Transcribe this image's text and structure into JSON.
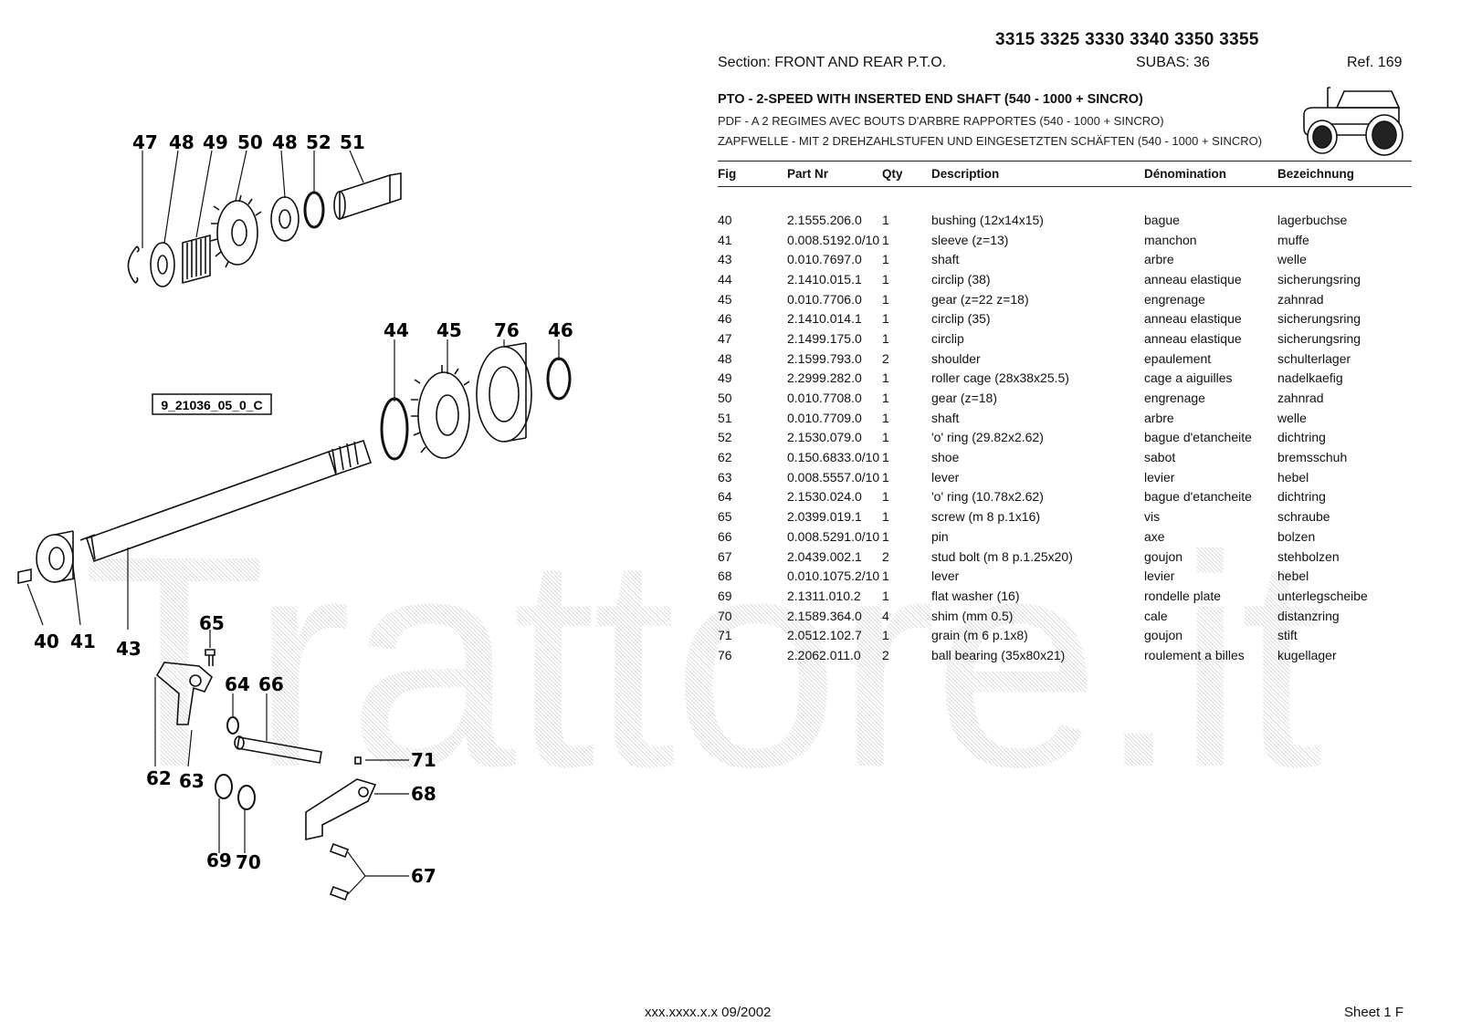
{
  "header": {
    "models": "3315 3325 3330 3340 3350 3355",
    "section": "Section: FRONT  AND  REAR  P.T.O.",
    "subas": "SUBAS: 36",
    "ref": "Ref. 169"
  },
  "titles": {
    "en": "PTO - 2-SPEED WITH INSERTED END SHAFT (540 - 1000 + SINCRO)",
    "fr": "PDF - A 2 REGIMES AVEC BOUTS D'ARBRE RAPPORTES (540 - 1000 + SINCRO)",
    "de": "ZAPFWELLE - MIT 2 DREHZAHLSTUFEN UND EINGESETZTEN SCHÄFTEN (540 - 1000 + SINCRO)"
  },
  "table": {
    "columns": [
      "Fig",
      "Part Nr",
      "Qty",
      "Description",
      "Dénomination",
      "Bezeichnung"
    ],
    "rows": [
      [
        "40",
        "2.1555.206.0",
        "1",
        "bushing (12x14x15)",
        "bague",
        "lagerbuchse"
      ],
      [
        "41",
        "0.008.5192.0/10",
        "1",
        "sleeve (z=13)",
        "manchon",
        "muffe"
      ],
      [
        "43",
        "0.010.7697.0",
        "1",
        "shaft",
        "arbre",
        "welle"
      ],
      [
        "44",
        "2.1410.015.1",
        "1",
        "circlip (38)",
        "anneau elastique",
        "sicherungsring"
      ],
      [
        "45",
        "0.010.7706.0",
        "1",
        "gear (z=22 z=18)",
        "engrenage",
        "zahnrad"
      ],
      [
        "46",
        "2.1410.014.1",
        "1",
        "circlip (35)",
        "anneau elastique",
        "sicherungsring"
      ],
      [
        "47",
        "2.1499.175.0",
        "1",
        "circlip",
        "anneau elastique",
        "sicherungsring"
      ],
      [
        "48",
        "2.1599.793.0",
        "2",
        "shoulder",
        "epaulement",
        "schulterlager"
      ],
      [
        "49",
        "2.2999.282.0",
        "1",
        "roller cage (28x38x25.5)",
        "cage a aiguilles",
        "nadelkaefig"
      ],
      [
        "50",
        "0.010.7708.0",
        "1",
        "gear (z=18)",
        "engrenage",
        "zahnrad"
      ],
      [
        "51",
        "0.010.7709.0",
        "1",
        "shaft",
        "arbre",
        "welle"
      ],
      [
        "52",
        "2.1530.079.0",
        "1",
        "'o' ring (29.82x2.62)",
        "bague d'etancheite",
        "dichtring"
      ],
      [
        "62",
        "0.150.6833.0/10",
        "1",
        "shoe",
        "sabot",
        "bremsschuh"
      ],
      [
        "63",
        "0.008.5557.0/10",
        "1",
        "lever",
        "levier",
        "hebel"
      ],
      [
        "64",
        "2.1530.024.0",
        "1",
        "'o' ring (10.78x2.62)",
        "bague d'etancheite",
        "dichtring"
      ],
      [
        "65",
        "2.0399.019.1",
        "1",
        "screw (m 8 p.1x16)",
        "vis",
        "schraube"
      ],
      [
        "66",
        "0.008.5291.0/10",
        "1",
        "pin",
        "axe",
        "bolzen"
      ],
      [
        "67",
        "2.0439.002.1",
        "2",
        "stud bolt (m 8 p.1.25x20)",
        "goujon",
        "stehbolzen"
      ],
      [
        "68",
        "0.010.1075.2/10",
        "1",
        "lever",
        "levier",
        "hebel"
      ],
      [
        "69",
        "2.1311.010.2",
        "1",
        "flat washer (16)",
        "rondelle plate",
        "unterlegscheibe"
      ],
      [
        "70",
        "2.1589.364.0",
        "4",
        "shim (mm 0.5)",
        "cale",
        "distanzring"
      ],
      [
        "71",
        "2.0512.102.7",
        "1",
        "grain (m 6 p.1x8)",
        "goujon",
        "stift"
      ],
      [
        "76",
        "2.2062.011.0",
        "2",
        "ball bearing (35x80x21)",
        "roulement a billes",
        "kugellager"
      ]
    ]
  },
  "diagram": {
    "drawing_code": "9_21036_05_0_C",
    "callouts": [
      "47",
      "48",
      "49",
      "50",
      "48",
      "52",
      "51",
      "44",
      "45",
      "76",
      "46",
      "40",
      "41",
      "43",
      "65",
      "64",
      "66",
      "62",
      "63",
      "71",
      "68",
      "69",
      "70",
      "67"
    ]
  },
  "watermark": "Trattore.it",
  "footer": {
    "code": "xxx.xxxx.x.x  09/2002",
    "sheet": "Sheet 1 F"
  }
}
